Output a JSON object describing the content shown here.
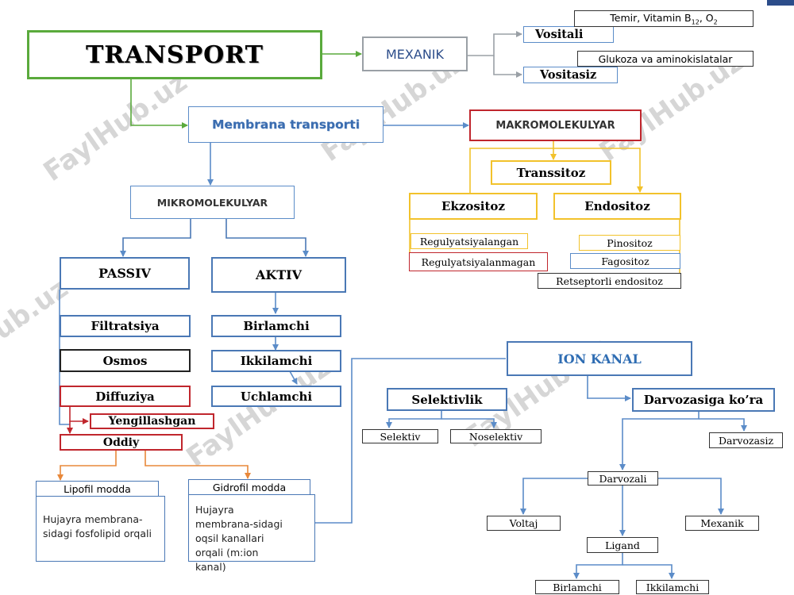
{
  "watermark": "FaylHub.uz",
  "colors": {
    "green": "#5aaa3c",
    "blue": "#4a78b5",
    "yellow": "#f2c22b",
    "red": "#c0262d",
    "orange": "#e8883a",
    "navy": "#2c4d8a",
    "ion_text": "#2f6db3"
  },
  "transport": "TRANSPORT",
  "mexanik": {
    "title": "MEXANIK",
    "vositali": "Vositali",
    "vositali_note_main": "Temir, Vitamin B",
    "vositali_note_sub": "12",
    "vositali_note_tail": ", O",
    "vositali_note_sub2": "2",
    "vositasiz": "Vositasiz",
    "vositasiz_note": "Glukoza va aminokislatalar"
  },
  "membrana": "Membrana transporti",
  "makro": {
    "title": "MAKROMOLEKULYAR",
    "transsitoz": "Transsitoz",
    "ekzositoz": "Ekzositoz",
    "endositoz": "Endositoz",
    "regulyatsiyalangan": "Regulyatsiyalangan",
    "regulyatsiyalanmagan": "Regulyatsiyalanmagan",
    "pinositoz": "Pinositoz",
    "fagositoz": "Fagositoz",
    "retseptorli": "Retseptorli endositoz"
  },
  "mikro": {
    "title": "MIKROMOLEKULYAR",
    "passiv": "PASSIV",
    "aktiv": "AKTIV",
    "filtratsiya": "Filtratsiya",
    "osmos": "Osmos",
    "diffuziya": "Diffuziya",
    "yengillashgan": "Yengillashgan",
    "oddiy": "Oddiy",
    "birlamchi": "Birlamchi",
    "ikkilamchi": "Ikkilamchi",
    "uchlamchi": "Uchlamchi",
    "lipofil_title": "Lipofil modda",
    "lipofil_desc": "Hujayra membrana-sidagi fosfolipid orqali",
    "gidrofil_title": "Gidrofil modda",
    "gidrofil_desc": "Hujayra membrana-sidagi oqsil kanallari orqali (m:ion kanal)"
  },
  "ion": {
    "title": "ION KANAL",
    "selektivlik": "Selektivlik",
    "selektiv": "Selektiv",
    "noselektiv": "Noselektiv",
    "darvozasiga": "Darvozasiga ko’ra",
    "darvozasiz": "Darvozasiz",
    "darvozali": "Darvozali",
    "voltaj": "Voltaj",
    "mexanik": "Mexanik",
    "ligand": "Ligand",
    "birlamchi": "Birlamchi",
    "ikkilamchi": "Ikkilamchi"
  }
}
